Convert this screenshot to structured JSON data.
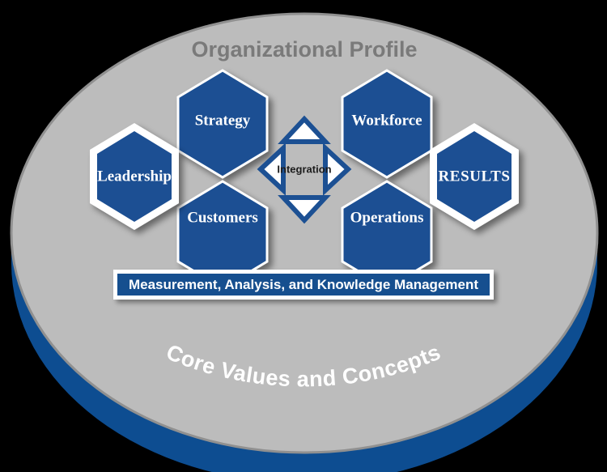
{
  "diagram": {
    "title_top": "Organizational Profile",
    "title_band": "Core Values and Concepts",
    "center_label": "Integration",
    "foundation_bar": "Measurement, Analysis, and Knowledge Management",
    "hexagons": [
      {
        "id": "leadership",
        "label": "Leadership",
        "outlined": true
      },
      {
        "id": "strategy",
        "label": "Strategy",
        "outlined": false
      },
      {
        "id": "customers",
        "label": "Customers",
        "outlined": false
      },
      {
        "id": "workforce",
        "label": "Workforce",
        "outlined": false
      },
      {
        "id": "operations",
        "label": "Operations",
        "outlined": false
      },
      {
        "id": "results",
        "label": "RESULTS",
        "outlined": true
      }
    ],
    "arrows": [
      {
        "id": "arrow-up",
        "direction": "up"
      },
      {
        "id": "arrow-down",
        "direction": "down"
      },
      {
        "id": "arrow-left",
        "direction": "left"
      },
      {
        "id": "arrow-right",
        "direction": "right"
      }
    ],
    "colors": {
      "background": "#000000",
      "disc_top": "#bcbcbc",
      "disc_top_edge": "#8e8e8e",
      "band_blue": "#0e4e91",
      "hex_blue": "#1c5093",
      "hex_outline": "#ffffff",
      "title_gray": "#7a7a7a",
      "bar_blue": "#18508f"
    }
  }
}
